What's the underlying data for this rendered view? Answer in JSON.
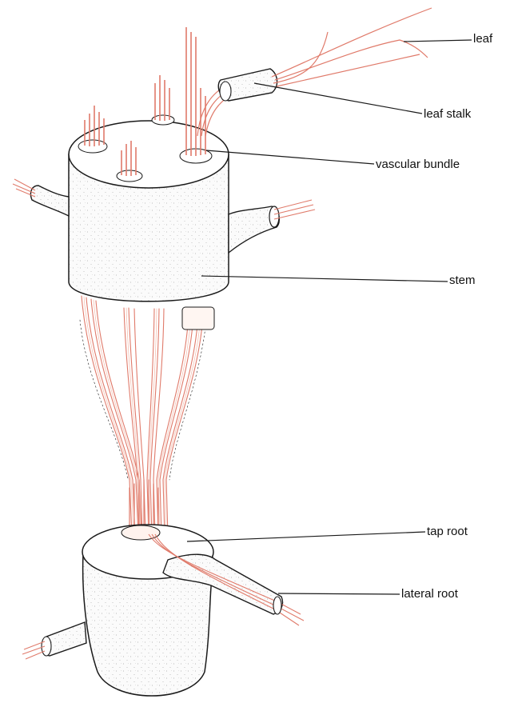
{
  "labels": {
    "leaf": "leaf",
    "leaf_stalk": "leaf stalk",
    "vascular_bundle": "vascular bundle",
    "stem": "stem",
    "tap_root": "tap root",
    "lateral_root": "lateral root"
  },
  "colors": {
    "outline": "#1a1a1a",
    "vessel": "#e07a6a",
    "vessel_light": "#f3c1b3",
    "stipple": "#6b6b6b",
    "body_fill": "#fbfbfb"
  }
}
